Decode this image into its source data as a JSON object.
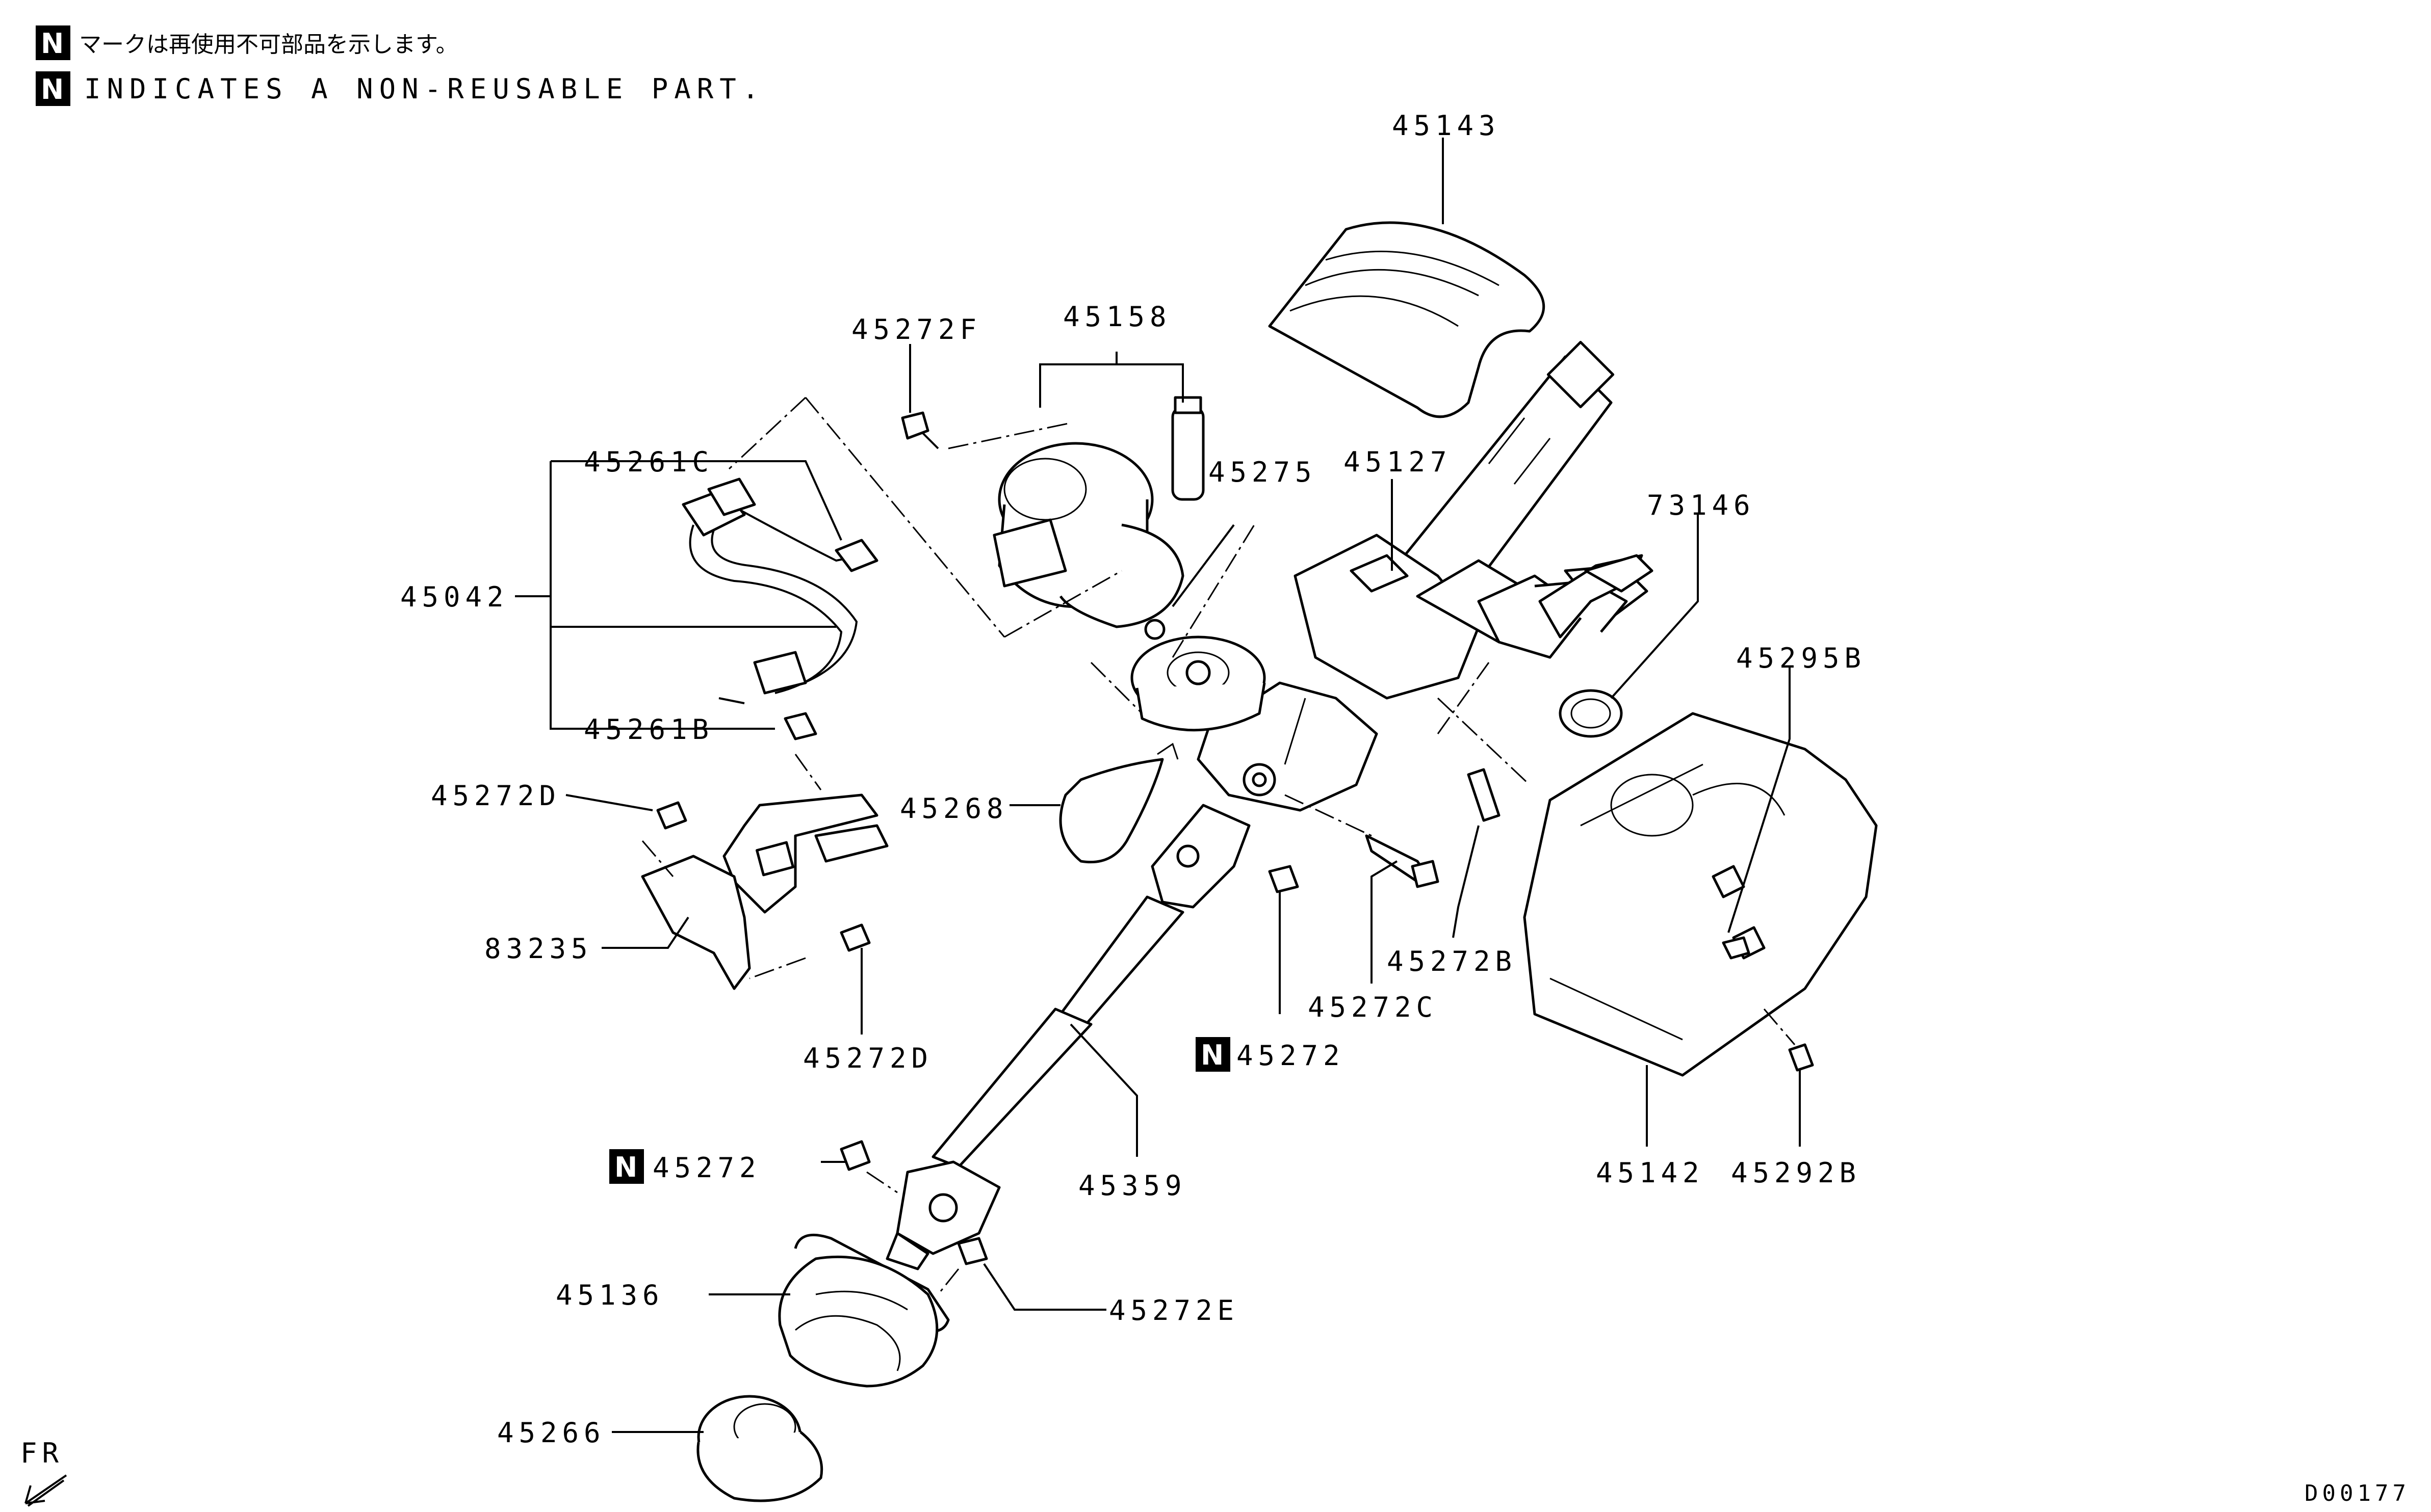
{
  "legend": {
    "badge": "N",
    "line_jp": "マークは再使用不可部品を示します。",
    "line_en": "INDICATES A NON-REUSABLE PART."
  },
  "labels": {
    "p45143": "45143",
    "p45158": "45158",
    "p45272F": "45272F",
    "p45261C": "45261C",
    "p45042": "45042",
    "p45261B": "45261B",
    "p45272D_top": "45272D",
    "p83235": "83235",
    "p45272D_bottom": "45272D",
    "p45275": "45275",
    "p45268": "45268",
    "p45127": "45127",
    "p73146": "73146",
    "p45295B": "45295B",
    "p45272B": "45272B",
    "p45272C": "45272C",
    "p45272_right": "45272",
    "p45272_left": "45272",
    "p45359": "45359",
    "p45142": "45142",
    "p45292B": "45292B",
    "p45136": "45136",
    "p45272E": "45272E",
    "p45266": "45266"
  },
  "direction": {
    "label": "FR"
  },
  "drawing_code": "D00177"
}
